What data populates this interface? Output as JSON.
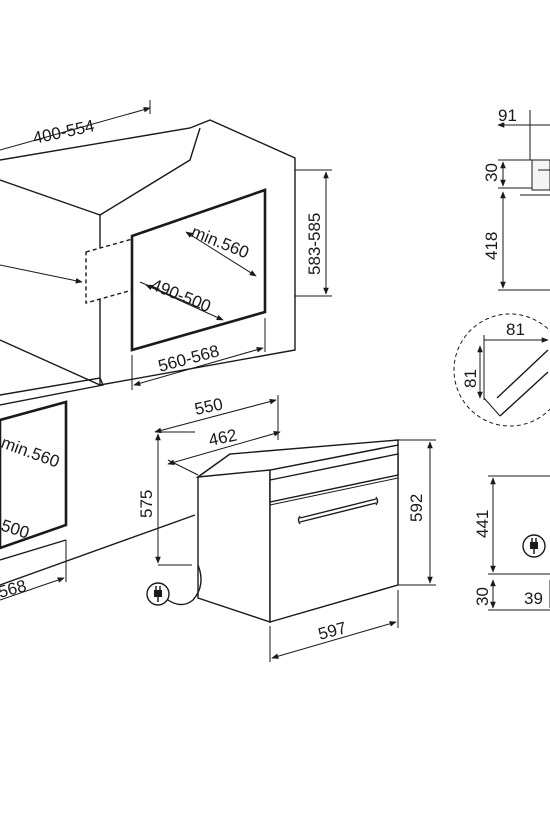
{
  "dimensions": {
    "wall_depth": "400-554",
    "cavity_height": "583-585",
    "upper_min_depth": "min.560",
    "upper_inner_width": "490-500",
    "upper_cavity_width": "560-568",
    "lower_min_depth": "min.560",
    "lower_inner_width": "500",
    "lower_cavity_width": "568",
    "oven_depth_total": "550",
    "oven_depth_body": "462",
    "oven_body_height": "575",
    "oven_front_height": "592",
    "oven_front_width": "597",
    "side_top": "91",
    "side_gap": "30",
    "side_height": "418",
    "detail_width": "81",
    "detail_height": "81",
    "bottom_height": "441",
    "bottom_gap": "30",
    "bottom_width": "39"
  },
  "icons": {
    "plug": "electric-plug-icon"
  }
}
